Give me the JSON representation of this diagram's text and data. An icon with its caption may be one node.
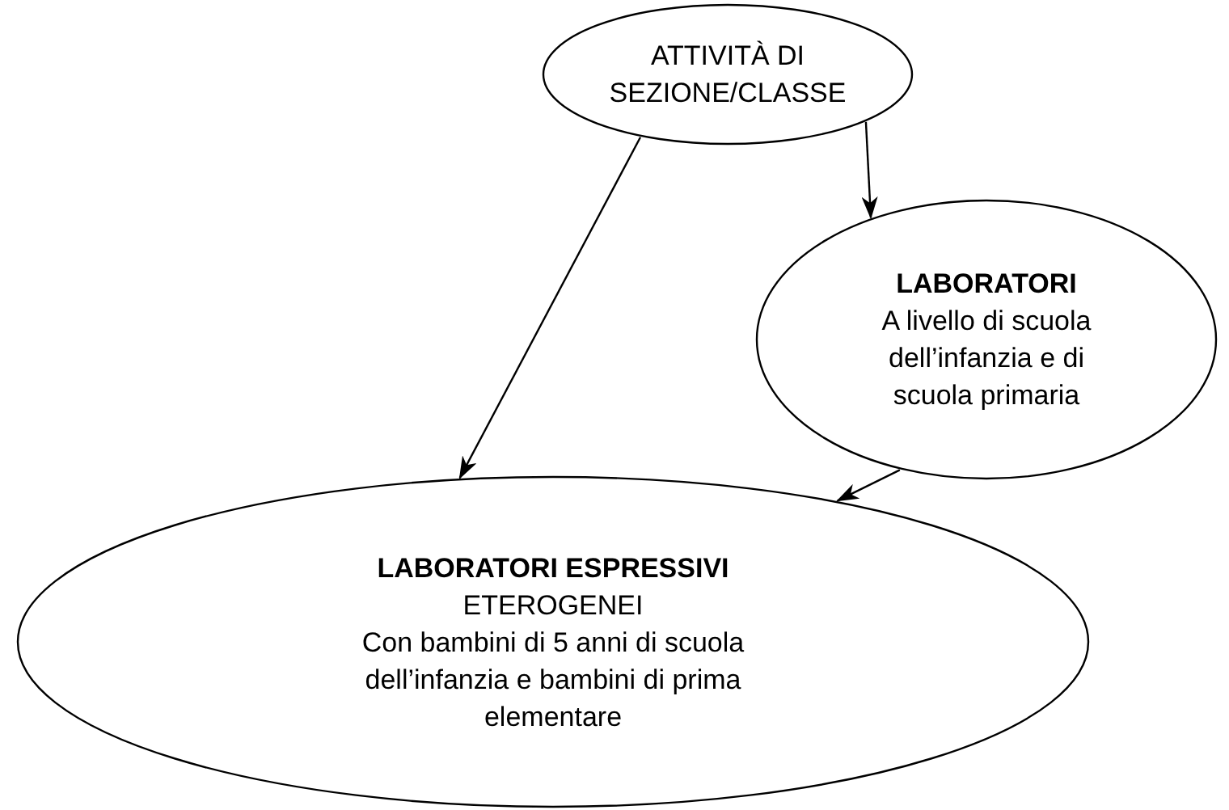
{
  "diagram": {
    "nodes": [
      {
        "text": [
          "ATTIVITÀ DI SEZIONE/CLASSE"
        ]
      },
      {
        "text": [
          "LABORATORI",
          "A livello di scuola dell’infanzia e di scuola primaria"
        ]
      },
      {
        "text": [
          "LABORATORI ESPRESSIVI",
          "ETEROGENEI",
          "Con bambini di 5 anni di scuola dell’infanzia e bambini di prima elementare"
        ]
      }
    ],
    "edges": [
      {
        "from": 0,
        "to": 1,
        "arrow": "to"
      },
      {
        "from": 0,
        "to": 2,
        "arrow": "to"
      },
      {
        "from": 1,
        "to": 2,
        "arrow": "to"
      }
    ]
  }
}
